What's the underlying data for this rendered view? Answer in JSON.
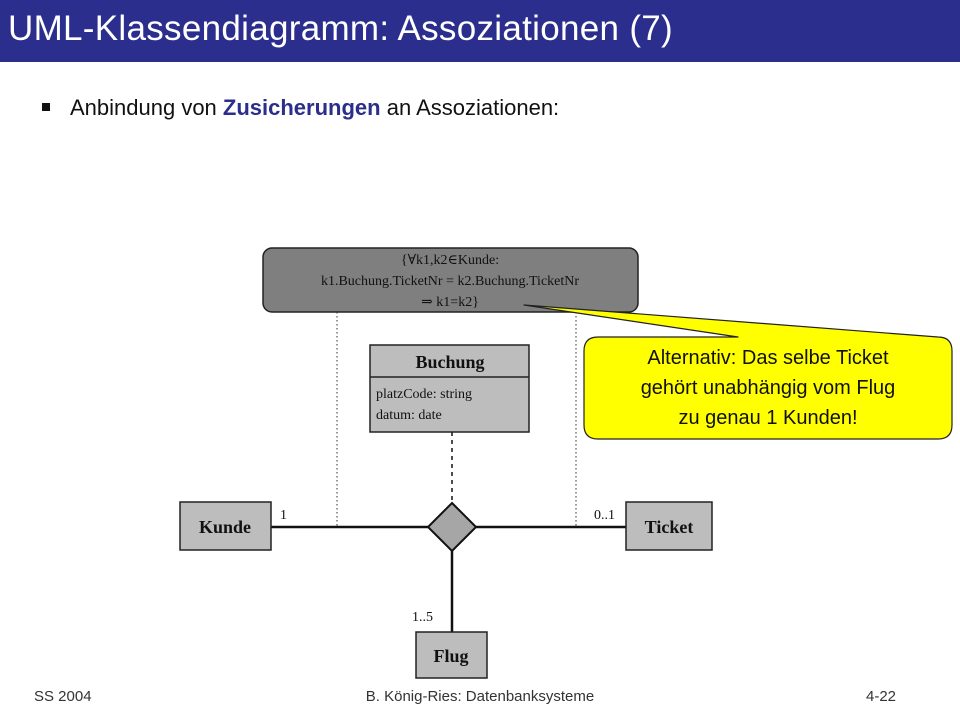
{
  "slide": {
    "title": "UML-Klassendiagramm: Assoziationen (7)",
    "bullet_prefix": "Anbindung von ",
    "bullet_highlight": "Zusicherungen",
    "bullet_suffix": " an Assoziationen:"
  },
  "diagram": {
    "constraint": {
      "line1": "{∀k1,k2∈Kunde:",
      "line2": "k1.Buchung.TicketNr = k2.Buchung.TicketNr",
      "line3": "⇒ k1=k2}"
    },
    "buchung": {
      "name": "Buchung",
      "attributes": [
        "platzCode: string",
        "datum: date"
      ]
    },
    "kunde": {
      "name": "Kunde",
      "multiplicity": "1"
    },
    "ticket": {
      "name": "Ticket",
      "multiplicity": "0..1"
    },
    "flug": {
      "name": "Flug",
      "multiplicity": "1..5"
    },
    "callout": {
      "lines": [
        "Alternativ: Das selbe Ticket",
        "gehört unabhängig vom Flug",
        "zu genau 1 Kunden!"
      ]
    },
    "colors": {
      "title_bar": "#2b2e8c",
      "class_fill": "#bdbdbd",
      "constraint_fill": "#7f7f7f",
      "callout_fill": "#ffff00",
      "diamond_fill": "#a6a6a6"
    }
  },
  "footer": {
    "left": "SS 2004",
    "center": "B. König-Ries: Datenbanksysteme",
    "right": "4-22"
  }
}
